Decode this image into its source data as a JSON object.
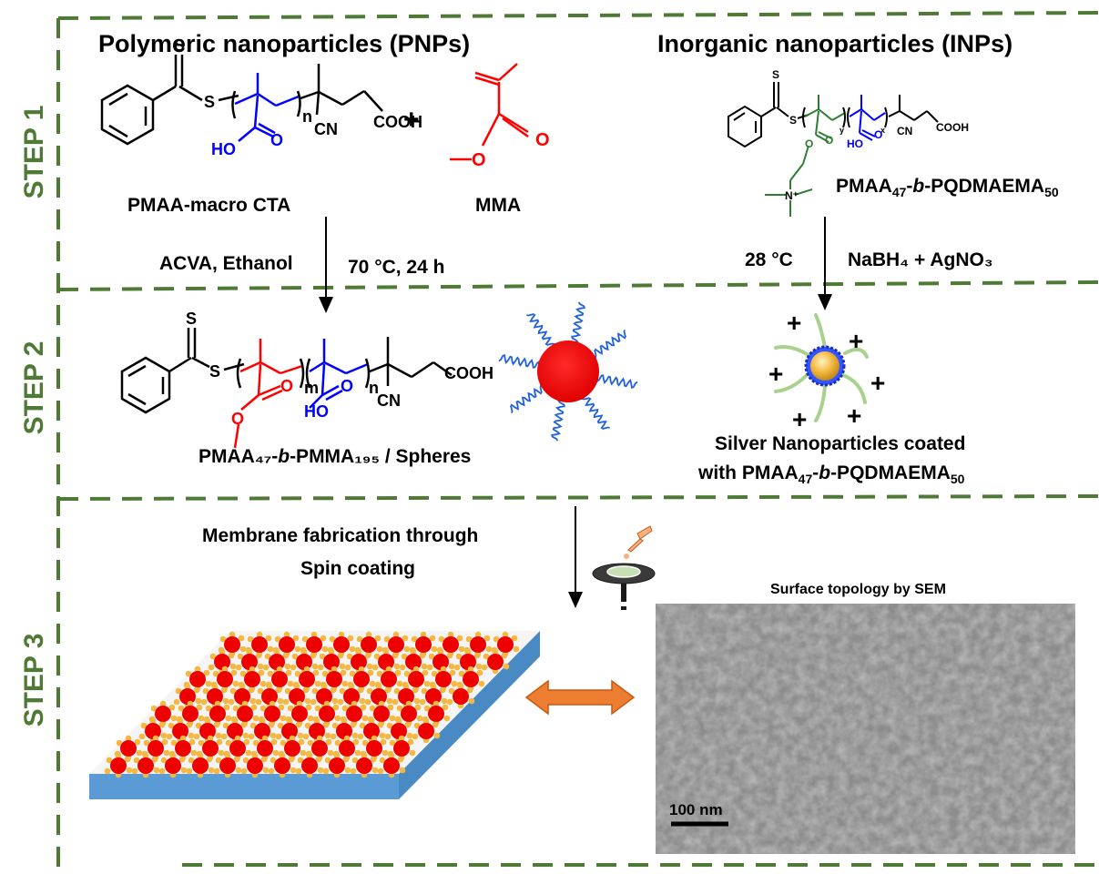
{
  "steps": {
    "step1": "STEP 1",
    "step2": "STEP 2",
    "step3": "STEP 3"
  },
  "headers": {
    "pnp": "Polymeric nanoparticles (PNPs)",
    "inp": "Inorganic nanoparticles (INPs)"
  },
  "step1": {
    "macro_cta_label": "PMAA-macro CTA",
    "plus": "+",
    "mma_label": "MMA",
    "inp_polymer_label": {
      "a": "PMAA",
      "s1": "47",
      "b": "-",
      "c": "b",
      "d": "-PQDMAEMA",
      "s2": "50"
    },
    "cond_left_1": "ACVA, Ethanol",
    "cond_left_2": "70 °C, 24 h",
    "cond_right_1": "28 °C",
    "cond_right_2": "NaBH₄ + AgNO₃"
  },
  "chem": {
    "s": "S",
    "cooh": "COOH",
    "cn": "CN",
    "ho": "HO",
    "o": "O",
    "n": "n",
    "m": "m",
    "n_plus": "N⁺",
    "y": "y",
    "x": "x"
  },
  "step2": {
    "block_label_a": "PMAA₄₇-",
    "block_label_b": "b",
    "block_label_c": "-PMMA₁₉₅ / Spheres",
    "silver_line1": "Silver Nanoparticles coated",
    "silver_line2_a": "with PMAA",
    "silver_line2_s1": "47",
    "silver_line2_b": "-",
    "silver_line2_c": "b",
    "silver_line2_d": "-PQDMAEMA",
    "silver_line2_s2": "50",
    "charge": "+"
  },
  "step3": {
    "fab_line1": "Membrane fabrication through",
    "fab_line2": "Spin coating",
    "sem_title": "Surface topology by SEM",
    "scale_bar": "100 nm"
  },
  "colors": {
    "frame": "#4e7a35",
    "pmaa_blue": "#0000ff",
    "pmma_red": "#ff0000",
    "pqdmaema_green": "#2e7d32",
    "membrane_blue": "#5b9bd5",
    "arrow_orange": "#ed7d31",
    "corona_green": "#a9d18e",
    "gold": "#f4b942"
  }
}
